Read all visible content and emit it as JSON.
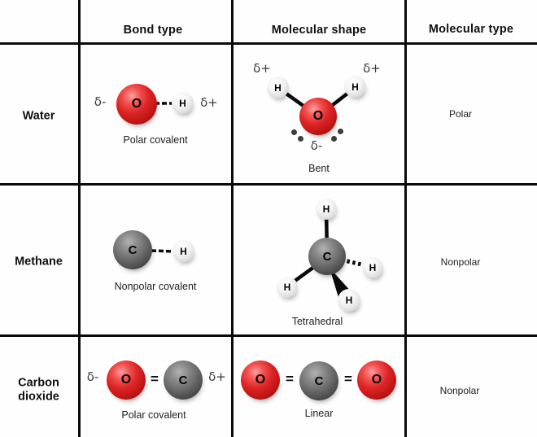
{
  "table": {
    "headers": [
      "Bond type",
      "Molecular shape",
      "Molecular type"
    ],
    "rows": [
      {
        "label": "Water",
        "bond_caption": "Polar covalent",
        "shape_caption": "Bent",
        "molecular_type": "Polar"
      },
      {
        "label": "Methane",
        "bond_caption": "Nonpolar covalent",
        "shape_caption": "Tetrahedral",
        "molecular_type": "Nonpolar"
      },
      {
        "label": "Carbon dioxide",
        "bond_caption": "Polar covalent",
        "shape_caption": "Linear",
        "molecular_type": "Nonpolar"
      }
    ]
  },
  "symbols": {
    "delta_minus": "δ-",
    "delta_plus": "δ+",
    "double_bond": "=",
    "oxygen": "O",
    "carbon": "C",
    "hydrogen": "H"
  },
  "colors": {
    "oxygen_red": "#dd2424",
    "carbon_gray": "#5a5a5a",
    "hydrogen_white": "#ececec",
    "grid_black": "#0a0a0a",
    "delta_gray": "#3a3a3a"
  }
}
